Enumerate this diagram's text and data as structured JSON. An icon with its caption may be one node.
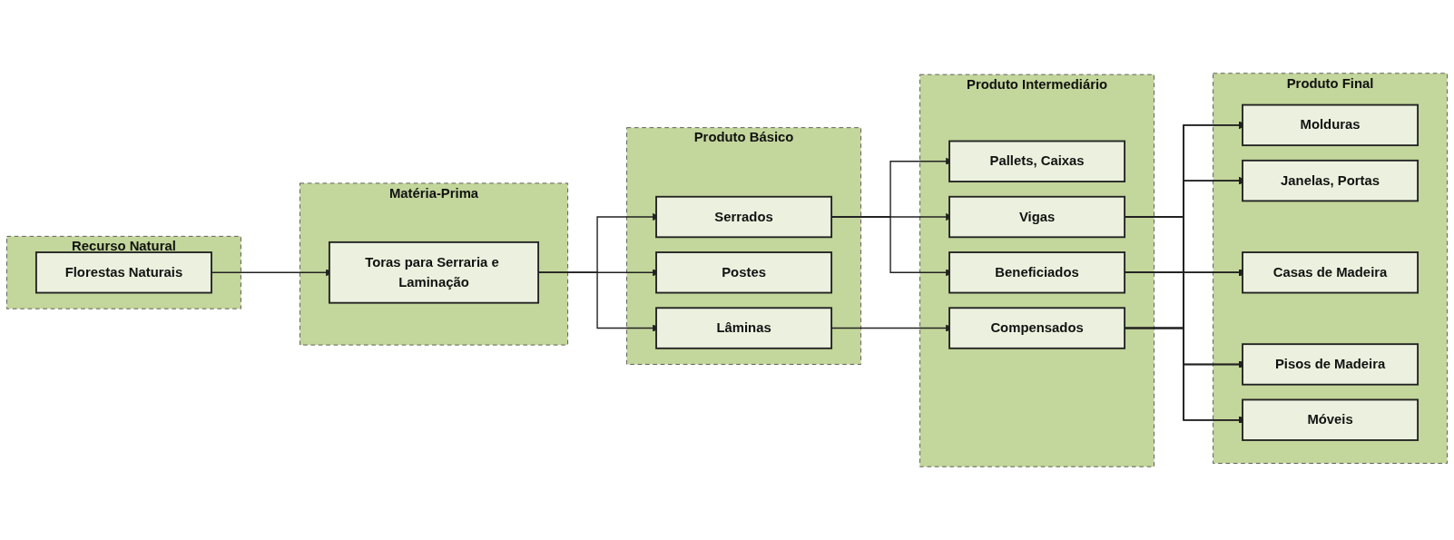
{
  "diagram": {
    "nodes": [
      {
        "text": [
          "Recurso Natural"
        ]
      },
      {
        "text": [
          "Florestas Naturais"
        ],
        "in": 0
      },
      {
        "text": [
          "Matéria-Prima"
        ]
      },
      {
        "text": [
          "Toras para Serraria e Laminação"
        ],
        "in": 2
      },
      {
        "text": [
          "Produto Básico"
        ]
      },
      {
        "text": [
          "Serrados"
        ],
        "in": 4
      },
      {
        "text": [
          "Postes"
        ],
        "in": 4
      },
      {
        "text": [
          "Lâminas"
        ],
        "in": 4
      },
      {
        "text": [
          "Produto Intermediário"
        ]
      },
      {
        "text": [
          "Pallets, Caixas"
        ],
        "in": 8
      },
      {
        "text": [
          "Vigas"
        ],
        "in": 8
      },
      {
        "text": [
          "Beneficiados"
        ],
        "in": 8
      },
      {
        "text": [
          "Compensados"
        ],
        "in": 8
      },
      {
        "text": [
          "Produto Final"
        ]
      },
      {
        "text": [
          "Molduras"
        ],
        "in": 13
      },
      {
        "text": [
          "Janelas, Portas"
        ],
        "in": 13
      },
      {
        "text": [
          "Casas de Madeira"
        ],
        "in": 13
      },
      {
        "text": [
          "Pisos de Madeira"
        ],
        "in": 13
      },
      {
        "text": [
          "Móveis"
        ],
        "in": 13
      }
    ],
    "edges": [
      {
        "from": 1,
        "to": 3,
        "arrow": "to"
      },
      {
        "from": 3,
        "to": 5,
        "arrow": "to"
      },
      {
        "from": 3,
        "to": 6,
        "arrow": "to"
      },
      {
        "from": 3,
        "to": 7,
        "arrow": "to"
      },
      {
        "from": 5,
        "to": 9,
        "arrow": "to"
      },
      {
        "from": 5,
        "to": 10,
        "arrow": "to"
      },
      {
        "from": 5,
        "to": 11,
        "arrow": "to"
      },
      {
        "from": 7,
        "to": 12,
        "arrow": "to"
      },
      {
        "from": 10,
        "to": 14,
        "arrow": "to"
      },
      {
        "from": 10,
        "to": 15,
        "arrow": "to"
      },
      {
        "from": 10,
        "to": 16,
        "arrow": "to"
      },
      {
        "from": 10,
        "to": 17,
        "arrow": "to"
      },
      {
        "from": 10,
        "to": 18,
        "arrow": "to"
      },
      {
        "from": 11,
        "to": 14,
        "arrow": "to"
      },
      {
        "from": 11,
        "to": 15,
        "arrow": "to"
      },
      {
        "from": 11,
        "to": 16,
        "arrow": "to"
      },
      {
        "from": 11,
        "to": 17,
        "arrow": "to"
      },
      {
        "from": 11,
        "to": 18,
        "arrow": "to"
      },
      {
        "from": 12,
        "to": 14,
        "arrow": "to"
      },
      {
        "from": 12,
        "to": 15,
        "arrow": "to"
      },
      {
        "from": 12,
        "to": 16,
        "arrow": "to"
      },
      {
        "from": 12,
        "to": 17,
        "arrow": "to"
      },
      {
        "from": 12,
        "to": 18,
        "arrow": "to"
      }
    ]
  }
}
